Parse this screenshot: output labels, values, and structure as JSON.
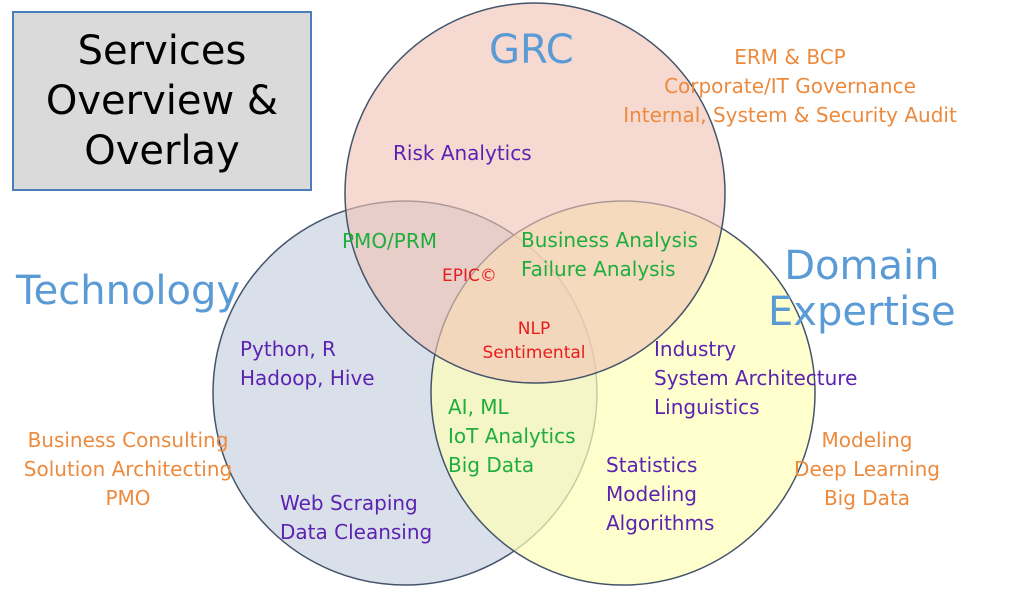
{
  "title": {
    "lines": [
      "Services",
      "Overview &",
      "Overlay"
    ]
  },
  "circles": {
    "grc": "GRC",
    "technology": "Technology",
    "domain": [
      "Domain",
      "Expertise"
    ]
  },
  "outer": {
    "grc": [
      "ERM & BCP",
      "Corporate/IT Governance",
      "Internal, System & Security Audit"
    ],
    "technology": [
      "Business Consulting",
      "Solution Architecting",
      "PMO"
    ],
    "domain": [
      "Modeling",
      "Deep Learning",
      "Big Data"
    ]
  },
  "regions": {
    "grc_only": [
      "Risk Analytics"
    ],
    "grc_tech": [
      "PMO/PRM"
    ],
    "grc_domain": [
      "Business Analysis",
      "Failure Analysis"
    ],
    "epic": "EPIC©",
    "center": [
      "NLP",
      "Sentimental"
    ],
    "tech_only_top": [
      "Python, R",
      "Hadoop, Hive"
    ],
    "tech_only_bottom": [
      "Web Scraping",
      "Data Cleansing"
    ],
    "tech_domain": [
      "AI, ML",
      "IoT Analytics",
      "Big Data"
    ],
    "domain_only_top": [
      "Industry",
      "System Architecture",
      "Linguistics"
    ],
    "domain_only_bottom": [
      "Statistics",
      "Modeling",
      "Algorithms"
    ]
  },
  "colors": {
    "grc_fill": "#f3d3c5",
    "tech_fill": "#d4dae6",
    "domain_fill": "#ffffc6",
    "circle_stroke": "#44546a",
    "title_blue": "#5b9bd5",
    "purple": "#5b23b0",
    "green": "#1fae3e",
    "orange": "#ec8a3e",
    "red": "#e81c1c"
  }
}
